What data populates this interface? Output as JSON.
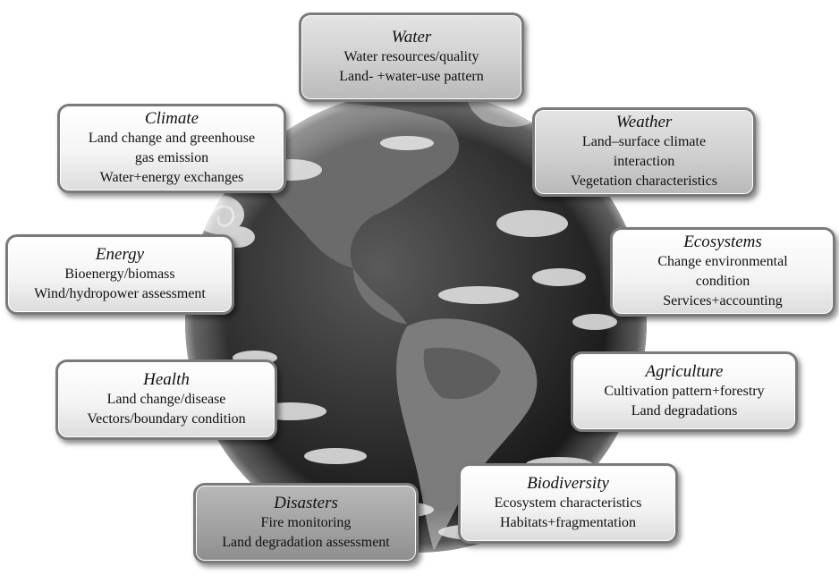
{
  "boxes": {
    "water": {
      "title": "Water",
      "lines": [
        "Water resources/quality",
        "Land- +water-use pattern"
      ]
    },
    "climate": {
      "title": "Climate",
      "lines": [
        "Land change and greenhouse",
        "gas emission",
        "Water+energy exchanges"
      ]
    },
    "weather": {
      "title": "Weather",
      "lines": [
        "Land–surface climate",
        "interaction",
        "Vegetation characteristics"
      ]
    },
    "energy": {
      "title": "Energy",
      "lines": [
        "Bioenergy/biomass",
        "Wind/hydropower assessment"
      ]
    },
    "ecosystems": {
      "title": "Ecosystems",
      "lines": [
        "Change environmental",
        "condition",
        "Services+accounting"
      ]
    },
    "health": {
      "title": "Health",
      "lines": [
        "Land change/disease",
        "Vectors/boundary condition"
      ]
    },
    "agriculture": {
      "title": "Agriculture",
      "lines": [
        "Cultivation pattern+forestry",
        "Land degradations"
      ]
    },
    "disasters": {
      "title": "Disasters",
      "lines": [
        "Fire monitoring",
        "Land degradation assessment"
      ]
    },
    "biodiversity": {
      "title": "Biodiversity",
      "lines": [
        "Ecosystem characteristics",
        "Habitats+fragmentation"
      ]
    }
  }
}
